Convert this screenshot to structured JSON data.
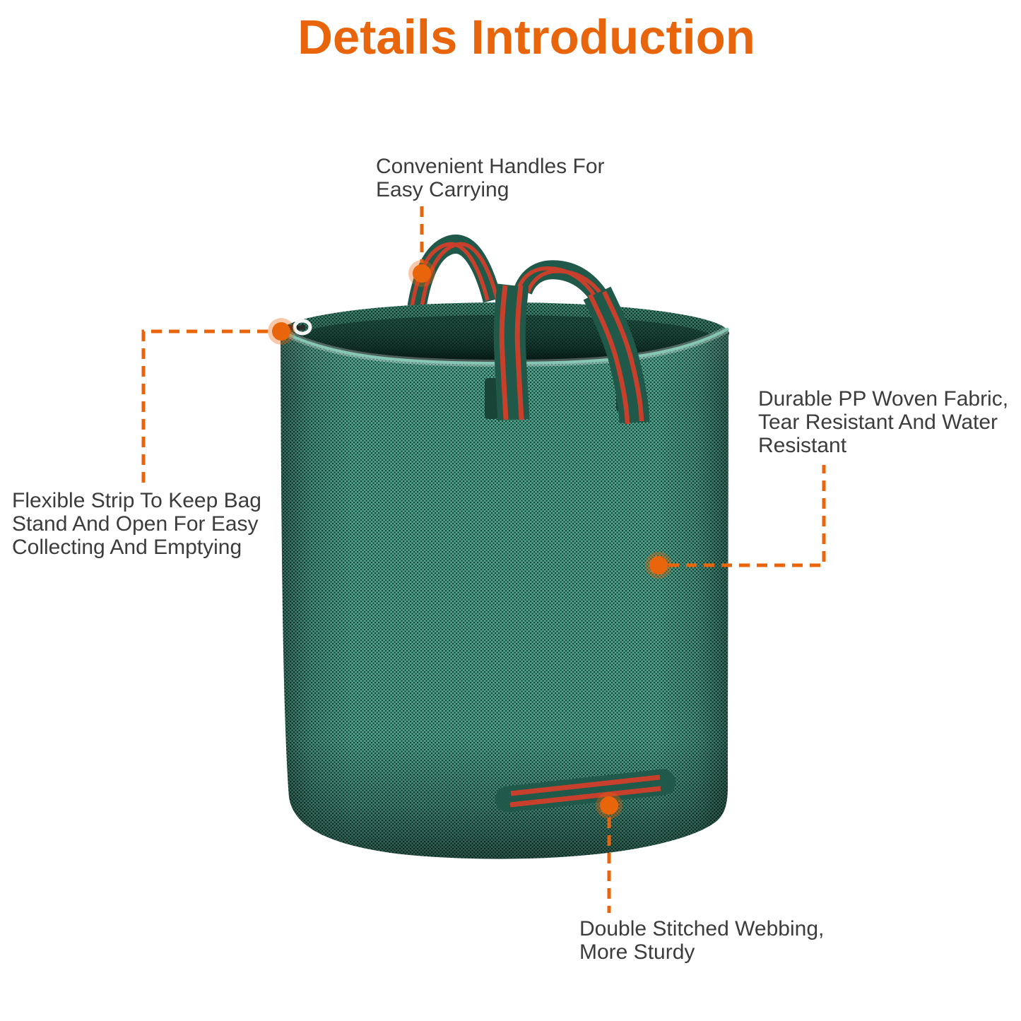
{
  "title": "Details Introduction",
  "callouts": {
    "handles": {
      "lines": [
        "Convenient Handles For",
        "Easy Carrying"
      ],
      "target": "top-handles"
    },
    "strip": {
      "lines": [
        "Flexible Strip To Keep Bag",
        "Stand And Open For Easy",
        "Collecting And Emptying"
      ],
      "target": "rim-grommet"
    },
    "fabric": {
      "lines": [
        "Durable PP Woven Fabric,",
        "Tear Resistant And Water",
        "Resistant"
      ],
      "target": "bag-body"
    },
    "webbing": {
      "lines": [
        "Double Stitched Webbing,",
        "More Sturdy"
      ],
      "target": "bottom-strap"
    }
  },
  "icons": [
    "callout-dot-icon",
    "grommet-icon"
  ],
  "colors": {
    "accent": "#E8650C",
    "text": "#3C3C3C",
    "fabric_light": "#4FA78E",
    "fabric_dark": "#1C423A",
    "band_light": "#3F8B73",
    "band_dark": "#12332A",
    "interior_light": "#235546",
    "interior_dark": "#081E18",
    "strap_green": "#20594A",
    "strap_red": "#C8402C",
    "highlight": "#85C7B2"
  }
}
